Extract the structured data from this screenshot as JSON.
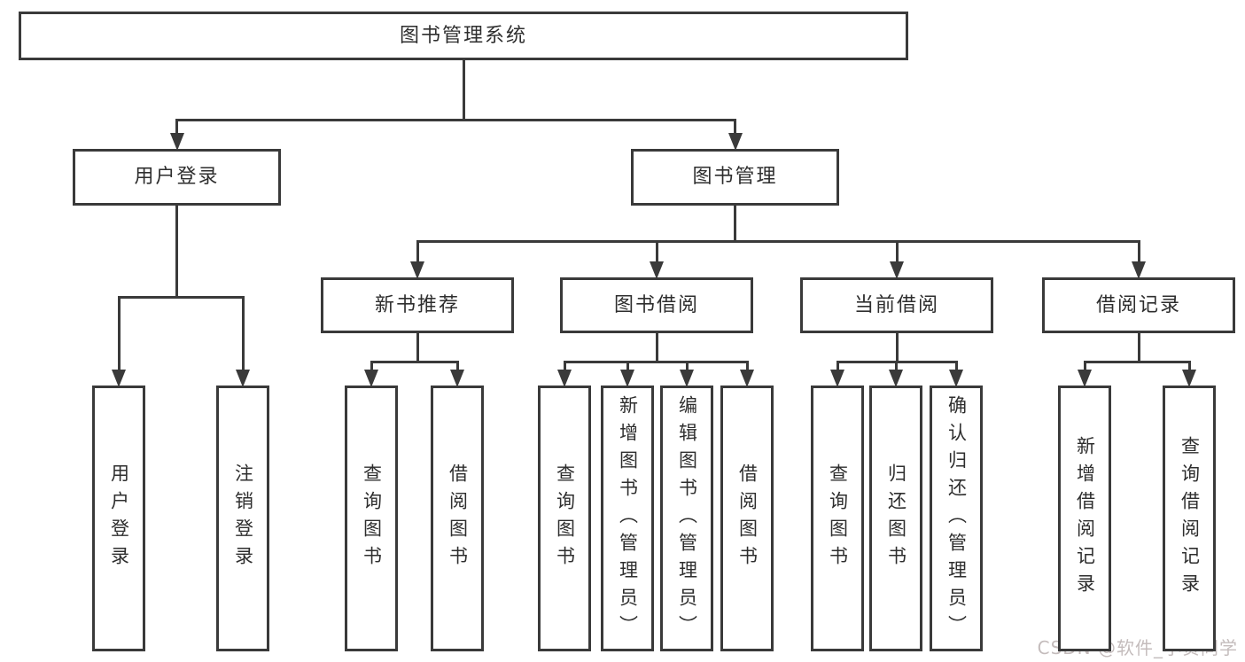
{
  "diagram_title": "图书管理系统",
  "nodes": {
    "root": {
      "label": "图书管理系统",
      "orientation": "horizontal"
    },
    "user-login": {
      "label": "用户登录",
      "orientation": "horizontal"
    },
    "book-mgmt": {
      "label": "图书管理",
      "orientation": "horizontal"
    },
    "new-book-rec": {
      "label": "新书推荐",
      "orientation": "horizontal"
    },
    "book-borrow": {
      "label": "图书借阅",
      "orientation": "horizontal"
    },
    "current-borrow": {
      "label": "当前借阅",
      "orientation": "horizontal"
    },
    "borrow-records": {
      "label": "借阅记录",
      "orientation": "horizontal"
    },
    "user-login-leaf": {
      "label": "用户登录",
      "orientation": "vertical"
    },
    "logout-leaf": {
      "label": "注销登录",
      "orientation": "vertical"
    },
    "nbr-query-leaf": {
      "label": "查询图书",
      "orientation": "vertical"
    },
    "nbr-borrow-leaf": {
      "label": "借阅图书",
      "orientation": "vertical"
    },
    "bb-query-leaf": {
      "label": "查询图书",
      "orientation": "vertical"
    },
    "bb-add-leaf": {
      "label": "新增图书（管理员）",
      "orientation": "vertical"
    },
    "bb-edit-leaf": {
      "label": "编辑图书（管理员）",
      "orientation": "vertical"
    },
    "bb-borrow-leaf": {
      "label": "借阅图书",
      "orientation": "vertical"
    },
    "cb-query-leaf": {
      "label": "查询图书",
      "orientation": "vertical"
    },
    "cb-return-leaf": {
      "label": "归还图书",
      "orientation": "vertical"
    },
    "cb-confirm-leaf": {
      "label": "确认归还（管理员）",
      "orientation": "vertical"
    },
    "br-add-leaf": {
      "label": "新增借阅记录",
      "orientation": "vertical"
    },
    "br-query-leaf": {
      "label": "查询借阅记录",
      "orientation": "vertical"
    }
  },
  "edges": [
    {
      "from": "root",
      "to": [
        "user-login",
        "book-mgmt"
      ]
    },
    {
      "from": "user-login",
      "to": [
        "user-login-leaf",
        "logout-leaf"
      ]
    },
    {
      "from": "book-mgmt",
      "to": [
        "new-book-rec",
        "book-borrow",
        "current-borrow",
        "borrow-records"
      ]
    },
    {
      "from": "new-book-rec",
      "to": [
        "nbr-query-leaf",
        "nbr-borrow-leaf"
      ]
    },
    {
      "from": "book-borrow",
      "to": [
        "bb-query-leaf",
        "bb-add-leaf",
        "bb-edit-leaf",
        "bb-borrow-leaf"
      ]
    },
    {
      "from": "current-borrow",
      "to": [
        "cb-query-leaf",
        "cb-return-leaf",
        "cb-confirm-leaf"
      ]
    },
    {
      "from": "borrow-records",
      "to": [
        "br-add-leaf",
        "br-query-leaf"
      ]
    }
  ],
  "watermark": {
    "text": "CSDN @软件_小贺同学"
  },
  "colors": {
    "line": "#3a3a3a",
    "border": "#3a3a3a",
    "text": "#2e2e2e",
    "background": "#ffffff",
    "watermark": "#c4bcbc"
  }
}
